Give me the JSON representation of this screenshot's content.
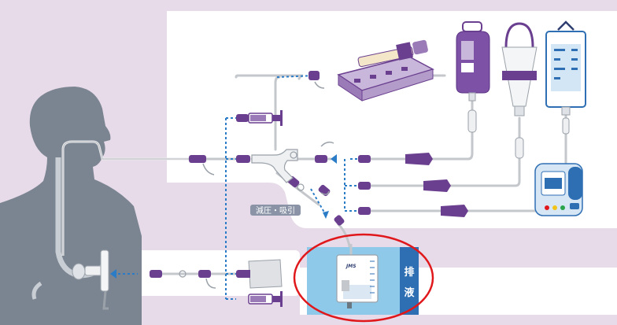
{
  "labels": {
    "decompression_suction": "減圧・吸引",
    "drainage_char1": "排",
    "drainage_char2": "液",
    "bag_brand": "JMS"
  },
  "colors": {
    "background": "#e8dbe9",
    "panel": "#ffffff",
    "silhouette": "#7b8592",
    "tube": "#b9bcc0",
    "purple_connector": "#6a3f8f",
    "dotted_flow": "#2a7cc7",
    "drain_panel": "#8fc9ea",
    "drain_label_bg": "#2e6fb3",
    "highlight_circle": "#e0181b"
  },
  "icons": [
    "syringe-pump-icon",
    "feeding-bag-icon",
    "drip-chamber-icon",
    "enteral-bag-icon",
    "feeding-pump-icon",
    "syringe-icon",
    "drain-bag-icon",
    "patient-silhouette-icon"
  ]
}
